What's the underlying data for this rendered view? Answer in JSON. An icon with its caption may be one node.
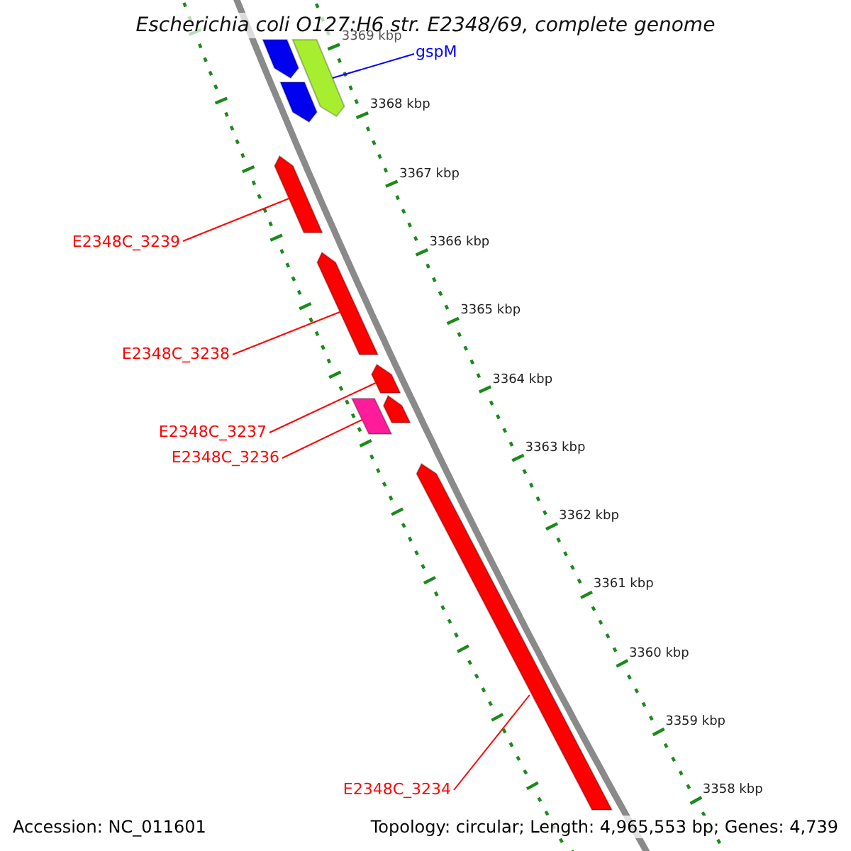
{
  "diagram": {
    "title": "Escherichia coli O127:H6 str. E2348/69, complete genome",
    "nodes": [
      {
        "text": [
          "gspM"
        ]
      },
      {
        "text": [],
        "shape": "arrow"
      },
      {
        "text": [
          "E2348C_3239"
        ]
      },
      {
        "text": [],
        "shape": "arrow"
      },
      {
        "text": [
          "E2348C_3238"
        ]
      },
      {
        "text": [],
        "shape": "arrow"
      },
      {
        "text": [
          "E2348C_3237"
        ]
      },
      {
        "text": [],
        "shape": "arrow"
      },
      {
        "text": [
          "E2348C_3236"
        ]
      },
      {
        "text": [],
        "shape": "box"
      },
      {
        "text": [
          "E2348C_3234"
        ]
      },
      {
        "text": [],
        "shape": "arrow"
      },
      {
        "text": [],
        "shape": "arrow"
      },
      {
        "text": [],
        "shape": "arrow"
      },
      {
        "text": [],
        "shape": "arrow"
      }
    ],
    "edges": [
      {
        "from": 0,
        "to": 1,
        "arrow": "none",
        "color": "#0000ff"
      },
      {
        "from": 2,
        "to": 3,
        "arrow": "none"
      },
      {
        "from": 4,
        "to": 5,
        "arrow": "none"
      },
      {
        "from": 6,
        "to": 7,
        "arrow": "none"
      },
      {
        "from": 8,
        "to": 9,
        "arrow": "none"
      },
      {
        "from": 10,
        "to": 11,
        "arrow": "none"
      }
    ],
    "labels": [
      "3369 kbp",
      "3368 kbp",
      "3367 kbp",
      "3366 kbp",
      "3365 kbp",
      "3364 kbp",
      "3363 kbp",
      "3362 kbp",
      "3361 kbp",
      "3360 kbp",
      "3359 kbp",
      "3358 kbp",
      "Accession: NC_011601",
      "Topology: circular; Length: 4,965,553 bp; Genes: 4,739"
    ]
  }
}
